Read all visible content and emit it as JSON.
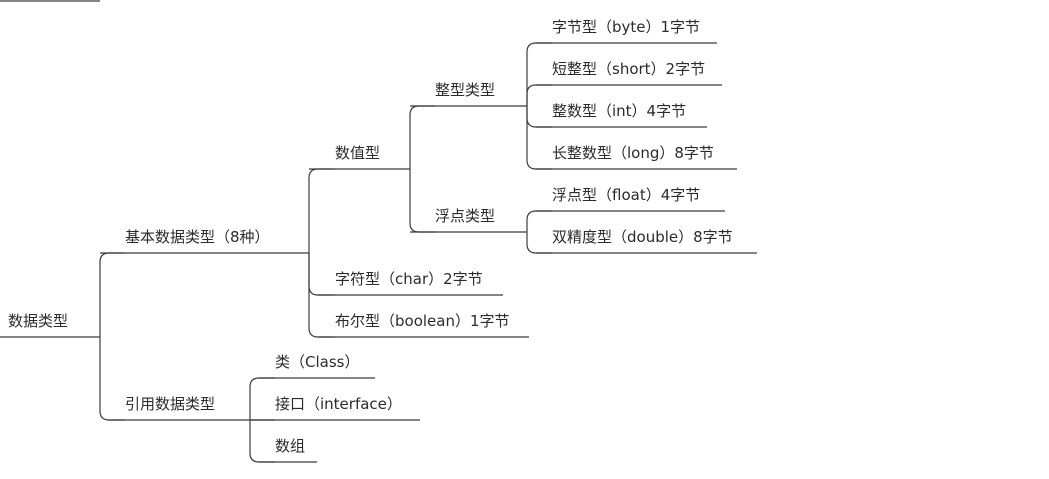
{
  "diagram": {
    "root": {
      "label": "数据类型"
    },
    "primitive": {
      "label": "基本数据类型（8种）",
      "numeric": {
        "label": "数值型",
        "integer": {
          "label": "整型类型",
          "items": [
            "字节型（byte）1字节",
            "短整型（short）2字节",
            "整数型（int）4字节",
            "长整数型（long）8字节"
          ]
        },
        "floating": {
          "label": "浮点类型",
          "items": [
            "浮点型（float）4字节",
            "双精度型（double）8字节"
          ]
        }
      },
      "char": {
        "label": "字符型（char）2字节"
      },
      "boolean": {
        "label": "布尔型（boolean）1字节"
      }
    },
    "reference": {
      "label": "引用数据类型",
      "items": [
        "类（Class）",
        "接口（interface）",
        "数组"
      ]
    }
  }
}
